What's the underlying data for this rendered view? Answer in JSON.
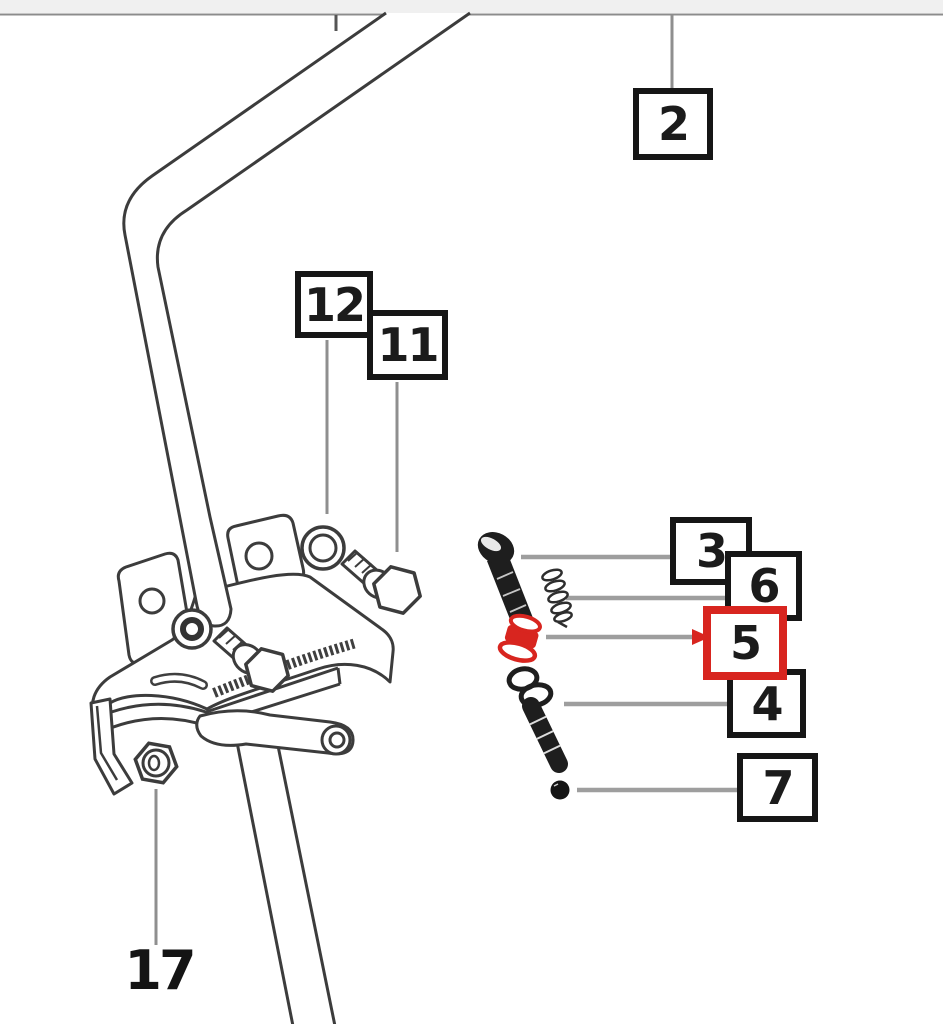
{
  "diagram": {
    "kind": "exploded-parts-diagram",
    "selected_part": "5",
    "callouts": {
      "c2": {
        "label": "2",
        "boxed": true,
        "highlighted": false
      },
      "c12": {
        "label": "12",
        "boxed": true,
        "highlighted": false
      },
      "c11": {
        "label": "11",
        "boxed": true,
        "highlighted": false
      },
      "c3": {
        "label": "3",
        "boxed": true,
        "highlighted": false
      },
      "c6": {
        "label": "6",
        "boxed": true,
        "highlighted": false
      },
      "c5": {
        "label": "5",
        "boxed": true,
        "highlighted": true
      },
      "c4": {
        "label": "4",
        "boxed": true,
        "highlighted": false
      },
      "c7": {
        "label": "7",
        "boxed": true,
        "highlighted": false
      },
      "c17": {
        "label": "17",
        "boxed": false,
        "highlighted": false
      }
    },
    "colors": {
      "highlight": "#d8251f",
      "box_border": "#161616",
      "line_art": "#3c3c3c",
      "leader_line": "#9e9e9e",
      "top_bar": "#f0f0f0"
    }
  }
}
